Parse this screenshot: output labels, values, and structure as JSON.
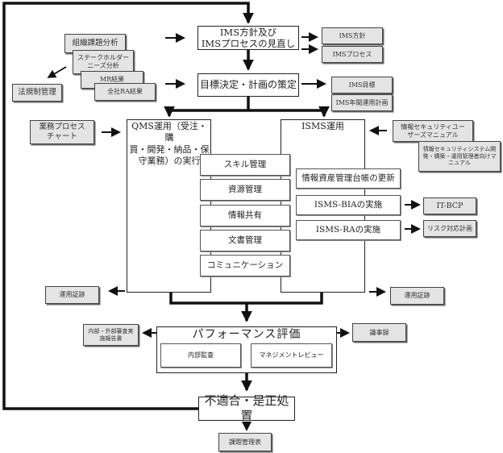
{
  "top_flow": {
    "review": [
      "IMS方針及び",
      "IMSプロセスの見直し"
    ],
    "objectives": "目標決定・計画の策定"
  },
  "inputs_top": {
    "org_issues": "組織課題分析",
    "stakeholder": [
      "ステークホルダー",
      "ニーズ分析"
    ],
    "mr_results": "MR結果",
    "company_ra": "全社RA結果",
    "legal": "法規制管理"
  },
  "outputs_top": {
    "ims_policy": "IMS方針",
    "ims_process": "IMSプロセス",
    "ims_goals": "IMS目標",
    "ims_annual_plan": "IMS年間運用計画"
  },
  "qms_lane": {
    "title": [
      "QMS運用（受注・購",
      "買・開発・納品・保",
      "守業務）の実行"
    ],
    "input": [
      "業務プロセス",
      "チャート"
    ],
    "output": "運用証跡"
  },
  "isms_lane": {
    "title": "ISMS運用",
    "inputs": {
      "user_manual": [
        "情報セキュリティユー",
        "ザーズマニュアル"
      ],
      "dev_manual": [
        "情報セキュリティシステム開",
        "発・構築・運用管理者向けマ",
        "ニュアル"
      ]
    },
    "output": "運用証跡",
    "steps": [
      "情報資産管理台帳の更新",
      "ISMS-BIAの実施",
      "ISMS-RAの実施"
    ],
    "step_outputs": [
      "IT-BCP",
      "リスク対応計画"
    ]
  },
  "shared_activities": [
    "スキル管理",
    "資源管理",
    "情報共有",
    "文書管理",
    "コミュニケーション"
  ],
  "evaluation": {
    "title": "パフォーマンス評価",
    "items": [
      "内部監査",
      "マネジメントレビュー"
    ],
    "left_output": [
      "内部・外部審査実",
      "施報告書"
    ],
    "right_output": "議事録"
  },
  "correction": {
    "title": "不適合・是正処置",
    "output": "課題管理表"
  }
}
